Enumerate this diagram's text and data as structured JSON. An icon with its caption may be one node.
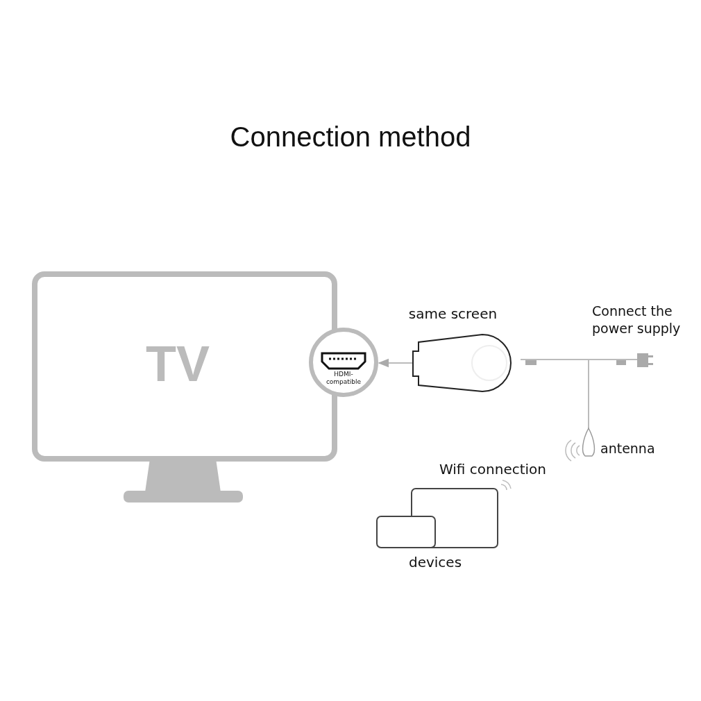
{
  "diagram": {
    "title": "Connection method",
    "nodes": [
      {
        "text": [
          "TV"
        ]
      },
      {
        "text": [
          "HDMI-compatible"
        ]
      },
      {
        "text": [
          "same screen"
        ]
      },
      {
        "text": [
          "Connect the power supply"
        ]
      },
      {
        "text": [
          "antenna"
        ]
      },
      {
        "text": [
          "devices"
        ]
      }
    ],
    "edges": [
      {
        "from": 2,
        "to": 1,
        "arrow": "to"
      },
      {
        "from": 2,
        "to": 3,
        "arrow": "none"
      },
      {
        "from": 2,
        "to": 4,
        "arrow": "none"
      }
    ],
    "labels": [
      "Wifi connection"
    ]
  }
}
